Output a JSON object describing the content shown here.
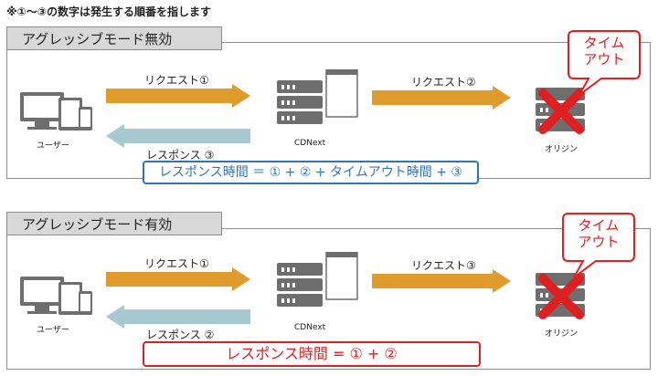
{
  "note": "※①～③の数字は発生する順番を指します",
  "colors": {
    "arrow_forward": "#e09b2d",
    "arrow_back": "#a7c7d1",
    "accent_red": "#e02020",
    "accent_blue": "#2e75b6",
    "server_gray": "#6e6e6e"
  },
  "sections": [
    {
      "title": "アグレッシブモード無効",
      "user_label": "ユーザー",
      "cdn_label": "CDNext",
      "origin_label": "オリジン",
      "request1": "リクエスト①",
      "request2": "リクエスト②",
      "response": "レスポンス ③",
      "callout": "タイム\nアウト",
      "formula": "レスポンス時間 ＝ ① + ② + タイムアウト時間 + ③"
    },
    {
      "title": "アグレッシブモード有効",
      "user_label": "ユーザー",
      "cdn_label": "CDNext",
      "origin_label": "オリジン",
      "request1": "リクエスト①",
      "request2": "リクエスト③",
      "response": "レスポンス ②",
      "callout": "タイム\nアウト",
      "formula": "レスポンス時間 = ① + ②"
    }
  ]
}
